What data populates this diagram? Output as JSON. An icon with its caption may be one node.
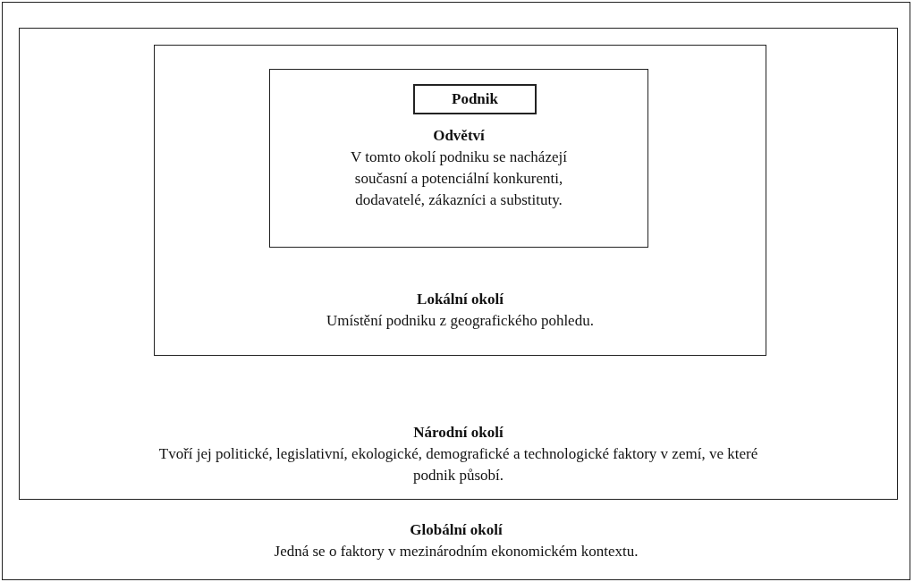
{
  "diagram": {
    "nodes": [
      {
        "text": [
          "Globální okolí",
          "Jedná se o faktory v mezinárodním ekonomickém kontextu."
        ]
      },
      {
        "text": [
          "Národní okolí",
          "Tvoří jej politické, legislativní, ekologické, demografické a technologické faktory v zemí, ve které podnik působí."
        ],
        "in": 0
      },
      {
        "text": [
          "Lokální okolí",
          "Umístění podniku z geografického pohledu."
        ],
        "in": 1
      },
      {
        "text": [
          "Odvětví",
          "V tomto okolí podniku se nacházejí současní a potenciální konkurenti, dodavatelé, zákazníci a substituty."
        ],
        "in": 2
      },
      {
        "text": [
          "Podnik"
        ],
        "in": 3
      }
    ]
  }
}
